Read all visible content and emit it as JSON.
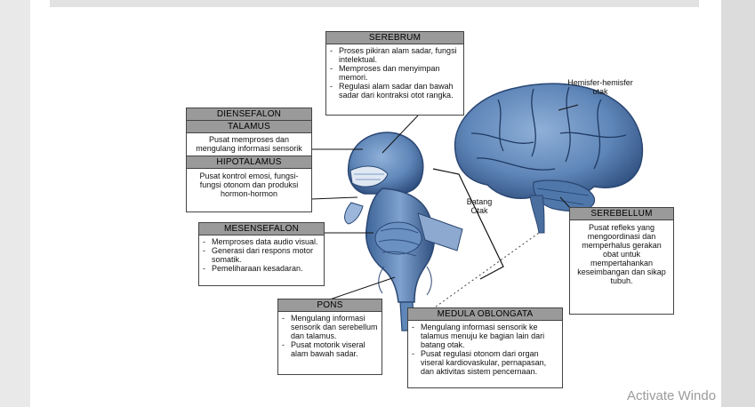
{
  "serebrum": {
    "title": "SEREBRUM",
    "items": [
      "Proses pikiran alam sadar, fungsi intelektual.",
      "Memproses dan menyimpan memori.",
      "Regulasi alam sadar dan bawah sadar dari kontraksi otot rangka."
    ]
  },
  "hemisfer_label": "Hemisfer-hemisfer otak",
  "diensefalon": {
    "title": "DIENSEFALON",
    "talamus_title": "TALAMUS",
    "talamus_text": "Pusat memproses dan mengulang informasi sensorik",
    "hipotalamus_title": "HIPOTALAMUS",
    "hipotalamus_text": "Pusat kontrol emosi, fungsi-fungsi otonom dan produksi hormon-hormon"
  },
  "batang_otak_label": "Batang Otak",
  "mesensefalon": {
    "title": "MESENSEFALON",
    "items": [
      "Memproses data audio visual.",
      "Generasi dari respons motor somatik.",
      "Pemeliharaan kesadaran."
    ]
  },
  "serebellum": {
    "title": "SEREBELLUM",
    "text": "Pusat refleks yang mengoordinasi dan memperhalus gerakan obat untuk mempertahankan keseimbangan dan sikap tubuh."
  },
  "pons": {
    "title": "PONS",
    "items": [
      "Mengulang informasi sensorik dan serebellum dan talamus.",
      "Pusat motorik viseral alam bawah sadar."
    ]
  },
  "medula": {
    "title": "MEDULA OBLONGATA",
    "items": [
      "Mengulang informasi sensorik ke talamus menuju ke bagian lain dari batang otak.",
      "Pusat regulasi otonom dari organ viseral kardiovaskular, pernapasan, dan aktivitas sistem pencernaan."
    ]
  },
  "watermark": "Activate Windo",
  "colors": {
    "brain": "#5f86b8",
    "brain_dark": "#2f4f7f",
    "header": "#9a9a9a"
  }
}
